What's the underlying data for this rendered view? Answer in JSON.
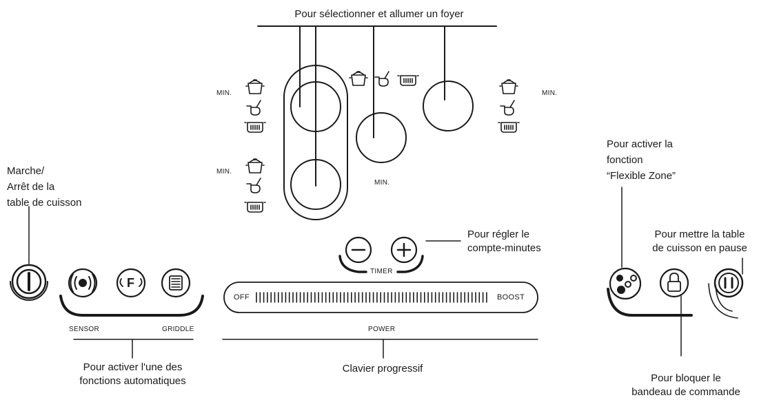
{
  "labels": {
    "select_burner": "Pour sélectionner et allumer un foyer",
    "on_off": "Marche/\nArrêt de la\ntable de cuisson",
    "auto_functions": "Pour activer l'une des\nfonctions automatiques",
    "timer_adjust": "Pour régler le\ncompte-minutes",
    "slider": "Clavier progressif",
    "flexible_zone": "Pour activer la\nfonction\n“Flexible Zone”",
    "pause": "Pour mettre la table\nde cuisson en pause",
    "lock": "Pour bloquer le\nbandeau de commande"
  },
  "markers": {
    "min_top_left": "MIN.",
    "min_bottom_left": "MIN.",
    "min_center": "MIN.",
    "min_right": "MIN."
  },
  "controls": {
    "sensor": "SENSOR",
    "griddle": "GRIDDLE",
    "timer": "TIMER",
    "off": "OFF",
    "boost": "BOOST",
    "power": "POWER",
    "flex_key": "F"
  },
  "icons": {
    "power_button": "power-icon",
    "sensor_button": "sensor-icon",
    "flex_button": "flex-f-icon",
    "griddle_button": "griddle-icon",
    "timer_minus": "minus-icon",
    "timer_plus": "plus-icon",
    "flexible_zone_button": "flexible-zone-icon",
    "lock_button": "lock-icon",
    "pause_button": "pause-icon",
    "pot_symbols": [
      "pot-icon",
      "ladle-icon",
      "pan-icon"
    ]
  }
}
